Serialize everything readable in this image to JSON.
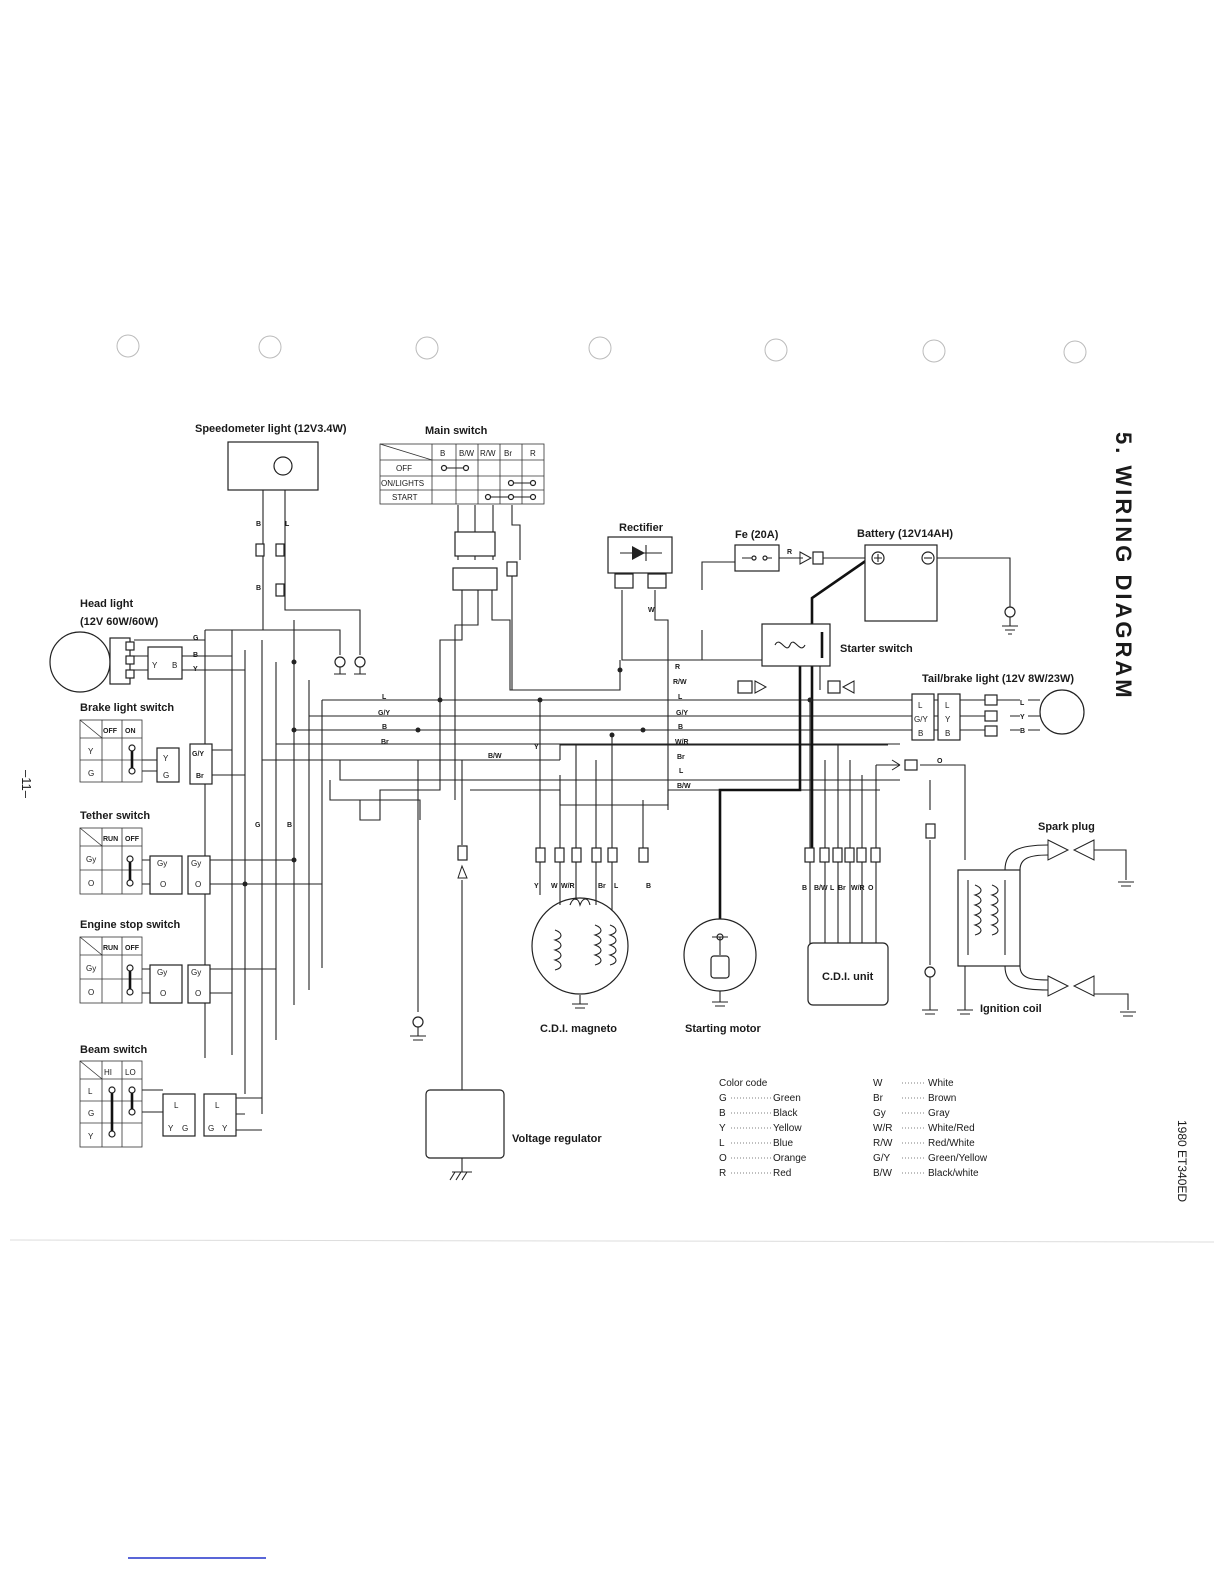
{
  "page": {
    "section_title": "5. WIRING DIAGRAM",
    "page_number": "–11–",
    "model_code": "1980 ET340ED"
  },
  "components": {
    "speedometer_light": "Speedometer light (12V3.4W)",
    "main_switch": "Main switch",
    "rectifier": "Rectifier",
    "fuse": "Fe (20A)",
    "battery": "Battery (12V14AH)",
    "starter_switch": "Starter switch",
    "tail_brake_light": "Tail/brake light (12V 8W/23W)",
    "head_light_1": "Head light",
    "head_light_2": "(12V 60W/60W)",
    "brake_light_switch": "Brake light switch",
    "tether_switch": "Tether switch",
    "engine_stop_switch": "Engine stop switch",
    "beam_switch": "Beam switch",
    "spark_plug": "Spark plug",
    "ignition_coil": "Ignition coil",
    "cdi_unit": "C.D.I. unit",
    "cdi_magneto": "C.D.I. magneto",
    "starting_motor": "Starting motor",
    "voltage_regulator": "Voltage regulator"
  },
  "main_switch_table": {
    "headers": [
      "B",
      "B/W",
      "R/W",
      "Br",
      "R"
    ],
    "rows": [
      "OFF",
      "ON/LIGHTS",
      "START"
    ]
  },
  "switch_tables": {
    "brake": {
      "headers": [
        "OFF",
        "ON"
      ],
      "rows": [
        "Y",
        "G"
      ]
    },
    "tether": {
      "headers": [
        "RUN",
        "OFF"
      ],
      "rows": [
        "Gy",
        "O"
      ]
    },
    "engine_stop": {
      "headers": [
        "RUN",
        "OFF"
      ],
      "rows": [
        "Gy",
        "O"
      ]
    },
    "beam": {
      "headers": [
        "HI",
        "LO"
      ],
      "rows": [
        "L",
        "G",
        "Y"
      ]
    }
  },
  "color_code": {
    "title": "Color code",
    "left": [
      {
        "code": "G",
        "name": "Green"
      },
      {
        "code": "B",
        "name": "Black"
      },
      {
        "code": "Y",
        "name": "Yellow"
      },
      {
        "code": "L",
        "name": "Blue"
      },
      {
        "code": "O",
        "name": "Orange"
      },
      {
        "code": "R",
        "name": "Red"
      }
    ],
    "right": [
      {
        "code": "W",
        "name": "White"
      },
      {
        "code": "Br",
        "name": "Brown"
      },
      {
        "code": "Gy",
        "name": "Gray"
      },
      {
        "code": "W/R",
        "name": "White/Red"
      },
      {
        "code": "R/W",
        "name": "Red/White"
      },
      {
        "code": "G/Y",
        "name": "Green/Yellow"
      },
      {
        "code": "B/W",
        "name": "Black/white"
      }
    ]
  },
  "wire_labels": {
    "bus": [
      "L",
      "G/Y",
      "B",
      "Br",
      "B/W"
    ],
    "bus_right": [
      "R",
      "R/W",
      "L",
      "G/Y",
      "B",
      "W/R",
      "Br",
      "L",
      "B/W"
    ],
    "magneto": [
      "Y",
      "W",
      "W/R",
      "Br",
      "L",
      "B"
    ],
    "cdi": [
      "B",
      "B/W",
      "L",
      "Br",
      "W/R",
      "O"
    ],
    "tail": [
      "L",
      "Y",
      "B"
    ],
    "misc": [
      "R",
      "W",
      "G",
      "B",
      "Y",
      "O"
    ]
  }
}
